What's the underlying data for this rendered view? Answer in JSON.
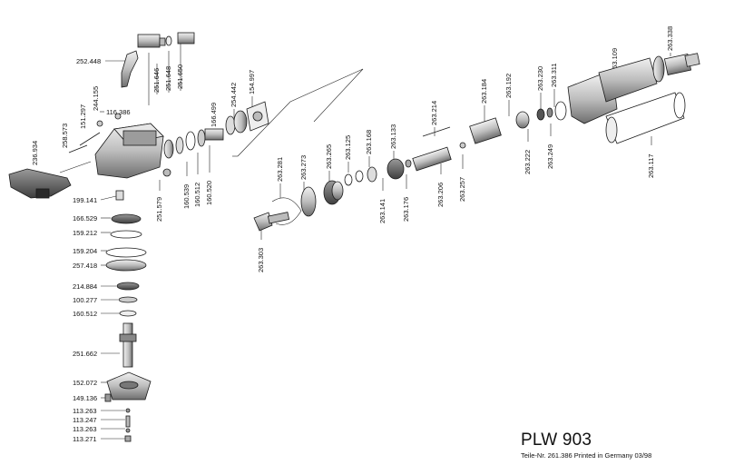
{
  "title": "PLW 903",
  "subtitle": "Teile-Nr. 261.386 Printed in Germany 03/98",
  "colors": {
    "ink": "#1a1a1a",
    "metal_light": "#d9d9d9",
    "metal_mid": "#a8a8a8",
    "metal_dark": "#5a5a5a"
  },
  "labels_left": [
    {
      "id": "252448",
      "text": "252.448"
    },
    {
      "id": "258573",
      "text": "258.573"
    },
    {
      "id": "151297",
      "text": "151.297"
    },
    {
      "id": "244155",
      "text": "244.155"
    },
    {
      "id": "116386",
      "text": "116.386"
    },
    {
      "id": "236934",
      "text": "236.934"
    },
    {
      "id": "199141",
      "text": "199.141"
    },
    {
      "id": "166529",
      "text": "166.529"
    },
    {
      "id": "159212",
      "text": "159.212"
    },
    {
      "id": "159204",
      "text": "159.204"
    },
    {
      "id": "257418",
      "text": "257.418"
    },
    {
      "id": "214884",
      "text": "214.884"
    },
    {
      "id": "100277",
      "text": "100.277"
    },
    {
      "id": "160512b",
      "text": "160.512"
    },
    {
      "id": "251662",
      "text": "251.662"
    },
    {
      "id": "152072",
      "text": "152.072"
    },
    {
      "id": "149136",
      "text": "149.136"
    },
    {
      "id": "113263a",
      "text": "113.263"
    },
    {
      "id": "113247",
      "text": "113.247"
    },
    {
      "id": "113263b",
      "text": "113.263"
    },
    {
      "id": "113271",
      "text": "113.271"
    }
  ],
  "labels_vertical": [
    {
      "id": "251646",
      "text": "251.646"
    },
    {
      "id": "251648",
      "text": "251.648"
    },
    {
      "id": "251650",
      "text": "251.650"
    },
    {
      "id": "166499",
      "text": "166.499"
    },
    {
      "id": "254442",
      "text": "254.442"
    },
    {
      "id": "154997",
      "text": "154.997"
    },
    {
      "id": "251579",
      "text": "251.579"
    },
    {
      "id": "160539",
      "text": "160.539"
    },
    {
      "id": "160512",
      "text": "160.512"
    },
    {
      "id": "160520",
      "text": "160.520"
    },
    {
      "id": "263281",
      "text": "263.281"
    },
    {
      "id": "263273",
      "text": "263.273"
    },
    {
      "id": "263265",
      "text": "263.265"
    },
    {
      "id": "263125",
      "text": "263.125"
    },
    {
      "id": "263168",
      "text": "263.168"
    },
    {
      "id": "263133",
      "text": "263.133"
    },
    {
      "id": "263141",
      "text": "263.141"
    },
    {
      "id": "263176",
      "text": "263.176"
    },
    {
      "id": "263214",
      "text": "263.214"
    },
    {
      "id": "263206",
      "text": "263.206"
    },
    {
      "id": "263257",
      "text": "263.257"
    },
    {
      "id": "263184",
      "text": "263.184"
    },
    {
      "id": "263192",
      "text": "263.192"
    },
    {
      "id": "263222",
      "text": "263.222"
    },
    {
      "id": "263230",
      "text": "263.230"
    },
    {
      "id": "263311",
      "text": "263.311"
    },
    {
      "id": "263249",
      "text": "263.249"
    },
    {
      "id": "263109",
      "text": "263.109"
    },
    {
      "id": "263338",
      "text": "263.338"
    },
    {
      "id": "263117",
      "text": "263.117"
    },
    {
      "id": "263303",
      "text": "263.303"
    }
  ]
}
